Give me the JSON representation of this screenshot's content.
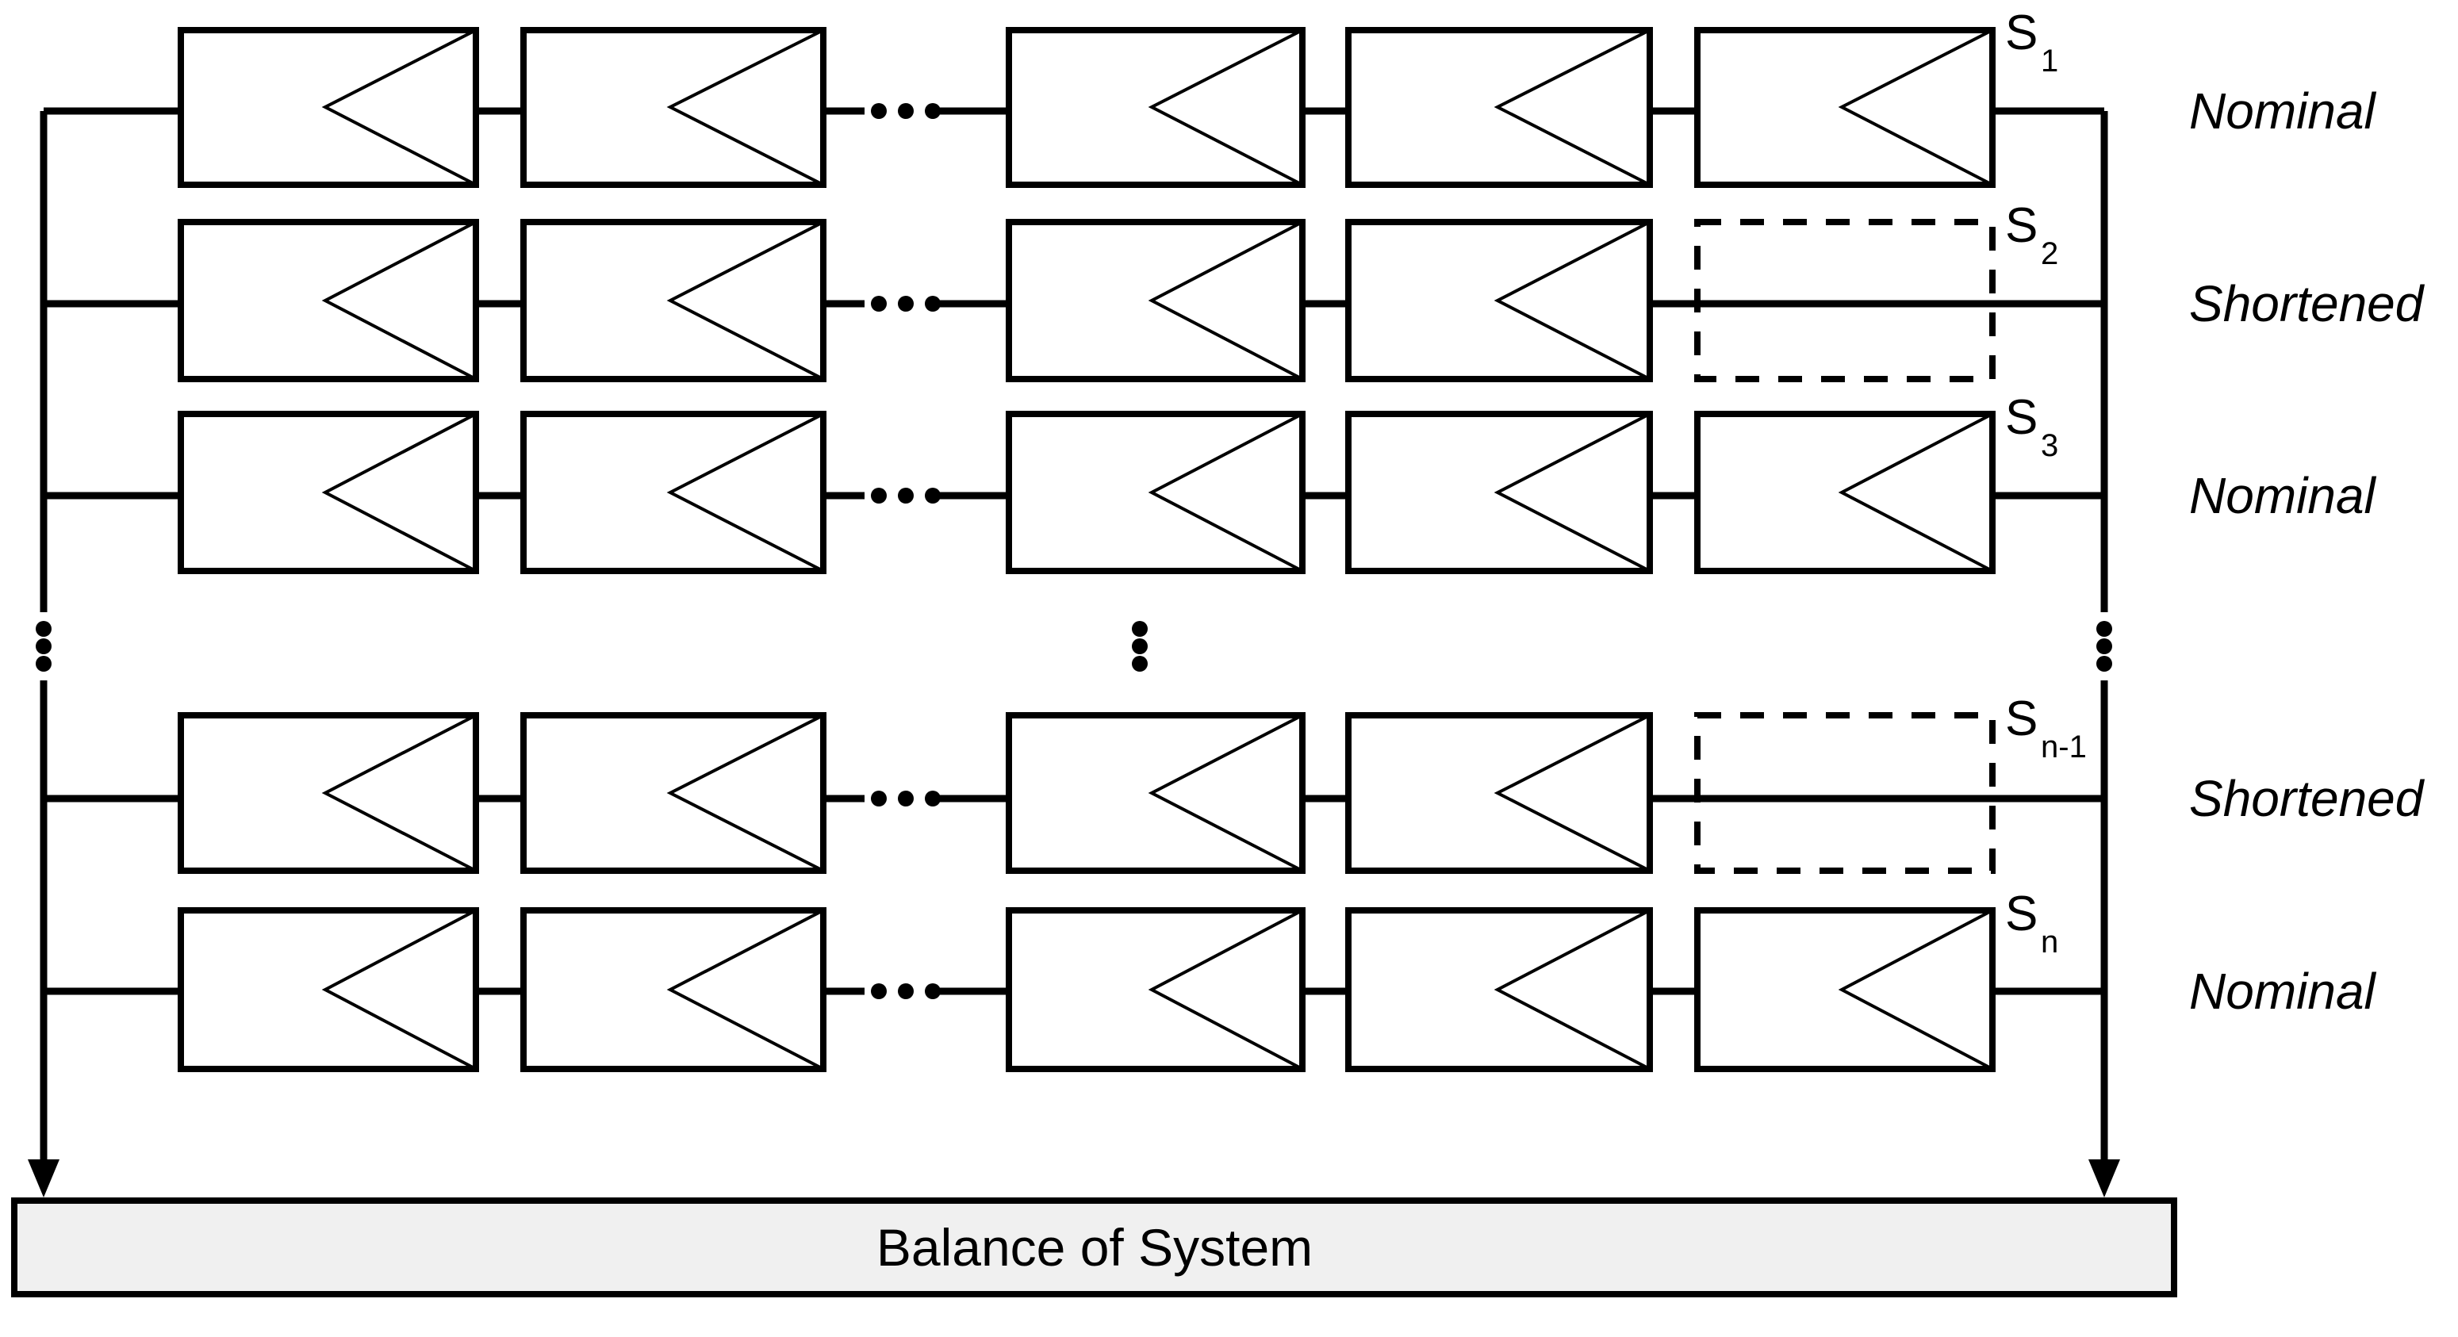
{
  "diagram": {
    "title_element": "Balance of System",
    "bottom_block": {
      "label": "Balance of System",
      "fill_color": "#f0f0f0",
      "border_color": "#000000"
    },
    "strings": [
      {
        "id": "S1",
        "base": "S",
        "subscript": "1",
        "state": "Nominal",
        "module_count_visible": 5,
        "has_missing_module": false,
        "ellipsis_after_index": 2
      },
      {
        "id": "S2",
        "base": "S",
        "subscript": "2",
        "state": "Shortened",
        "module_count_visible": 4,
        "has_missing_module": true,
        "ellipsis_after_index": 2
      },
      {
        "id": "S3",
        "base": "S",
        "subscript": "3",
        "state": "Nominal",
        "module_count_visible": 5,
        "has_missing_module": false,
        "ellipsis_after_index": 2
      },
      {
        "id": "Sn-1",
        "base": "S",
        "subscript": "n-1",
        "state": "Shortened",
        "module_count_visible": 4,
        "has_missing_module": true,
        "ellipsis_after_index": 2
      },
      {
        "id": "Sn",
        "base": "S",
        "subscript": "n",
        "state": "Nominal",
        "module_count_visible": 5,
        "has_missing_module": false,
        "ellipsis_after_index": 2
      }
    ],
    "vertical_ellipsis_count": 3,
    "horizontal_ellipsis_count": 3,
    "colors": {
      "line": "#000000",
      "module_fill": "#ffffff",
      "bos_fill": "#f0f0f0",
      "background": "#ffffff"
    },
    "legend_states": [
      "Nominal",
      "Shortened"
    ],
    "ellipsis_glyph": "…"
  }
}
